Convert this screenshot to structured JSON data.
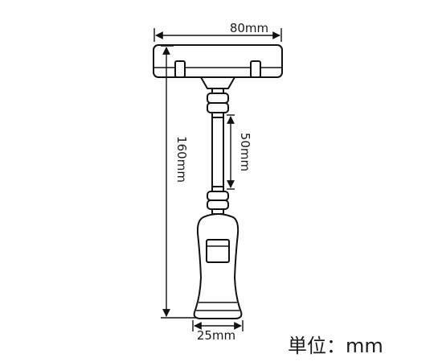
{
  "dimensions": {
    "width_top": "80mm",
    "height_total": "160mm",
    "pole_length": "50mm",
    "width_clip": "25mm"
  },
  "unit_label": "単位：mm",
  "colors": {
    "line": "#111111",
    "background": "#ffffff"
  }
}
